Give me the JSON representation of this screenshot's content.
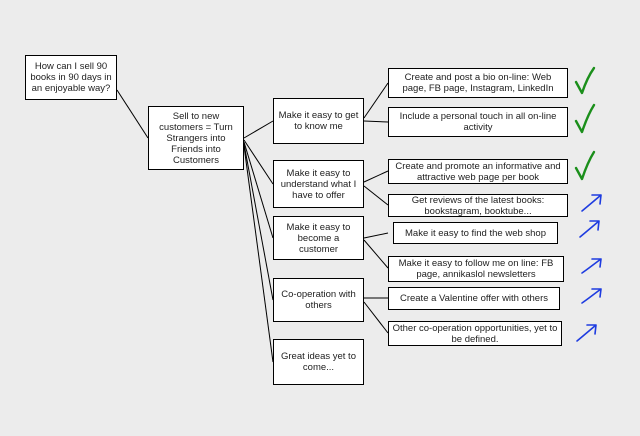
{
  "colors": {
    "background": "#ececec",
    "box_fill": "#ffffff",
    "box_border": "#000000",
    "text": "#222222",
    "check_mark": "#1b8f1b",
    "arrow_mark": "#1e3ce0"
  },
  "diagram": {
    "root": "How can I sell 90 books in 90 days in an enjoyable way?",
    "goal": "Sell to new customers =  Turn Strangers into Friends into Customers",
    "strategies": [
      "Make it easy to get to know me",
      "Make it easy to understand what I have to offer",
      "Make it easy to become a customer",
      "Co-operation with others",
      "Great ideas yet to come..."
    ],
    "actions": [
      {
        "text": "Create and post a bio on-line: Web page, FB page, Instagram, LinkedIn",
        "status_icon": "check-mark-icon"
      },
      {
        "text": "Include a personal touch in all on-line activity",
        "status_icon": "check-mark-icon"
      },
      {
        "text": "Create and promote an informative and attractive web page per book",
        "status_icon": "check-mark-icon"
      },
      {
        "text": "Get reviews of the latest books: bookstagram, booktube...",
        "status_icon": "up-right-arrow-icon"
      },
      {
        "text": "Make it easy to find the web shop",
        "status_icon": "up-right-arrow-icon"
      },
      {
        "text": "Make it easy to follow me on line: FB page, annikaslol newsletters",
        "status_icon": "up-right-arrow-icon"
      },
      {
        "text": "Create a Valentine offer with others",
        "status_icon": "up-right-arrow-icon"
      },
      {
        "text": "Other co-operation opportunities, yet to be defined.",
        "status_icon": "up-right-arrow-icon"
      }
    ]
  }
}
